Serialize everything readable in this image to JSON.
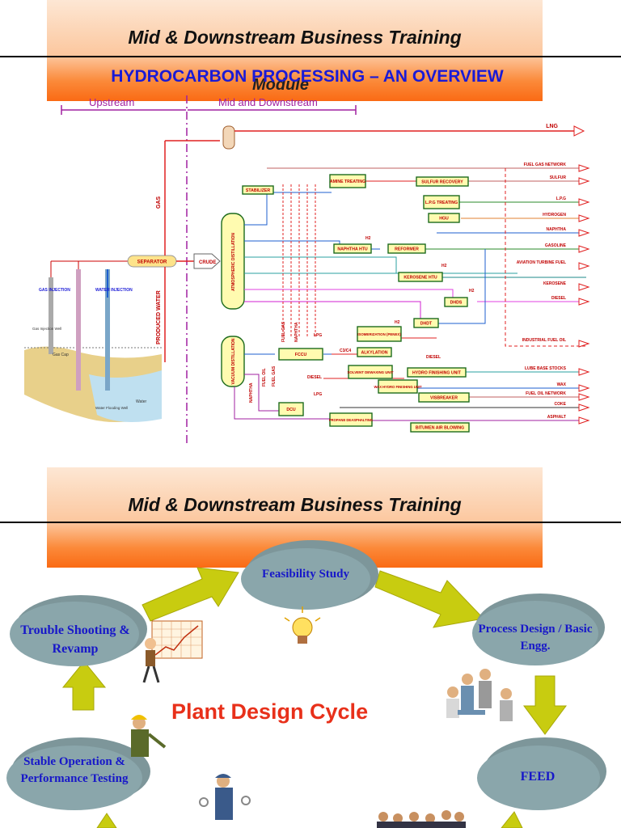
{
  "slide1": {
    "header_title": "Mid & Downstream Business Training",
    "module_label": "Module",
    "subtitle": "HYDROCARBON PROCESSING – AN OVERVIEW",
    "upstream_label": "Upstream",
    "midstream_label": "Mid and Downstream",
    "left_labels": {
      "gas_injection": "GAS INJECTION",
      "water_injection": "WATER INJECTION",
      "separator": "SEPARATOR",
      "gas": "GAS",
      "produced_water": "PRODUCED WATER",
      "crude": "CRUDE"
    },
    "units": {
      "stabilizer": "STABILIZER",
      "atmospheric": "ATMOSPHERIC DISTILLATION",
      "vacuum": "VACUUM DISTILLATION",
      "amine": "AMINE TREATING",
      "sulfur_recovery": "SULFUR RECOVERY",
      "lpg_treating": "L.P.G TREATING",
      "hgu": "HGU",
      "naphtha_htu": "NAPHTHA HTU",
      "reformer": "REFORMER",
      "kerosene_htu": "KEROSENE HTU",
      "dhds": "DHDS",
      "isomerization": "ISOMERIZATION (PENEX)",
      "dhdt": "DHDT",
      "fccu": "FCCU",
      "alkylation": "ALKYLATION",
      "solvent_dewaxing": "SOLVENT DEWAXING UNIT",
      "hydro_finishing": "HYDRO FINISHING UNIT",
      "wax_hydro": "WAX HYDRO FINISHING UNIT",
      "visbreaker": "VISBREAKER",
      "dcu": "DCU",
      "propane_deasphalting": "PROPANE DEASPHALTING",
      "bitumen": "BITUMEN AIR BLOWING"
    },
    "products": [
      "LNG",
      "FUEL GAS NETWORK",
      "SULFUR",
      "L.P.G",
      "HYDROGEN",
      "NAPHTHA",
      "GASOLINE",
      "AVIATION TURBINE FUEL",
      "KEROSENE",
      "DIESEL",
      "INDUSTRIAL FUEL OIL",
      "LUBE BASE STOCKS",
      "WAX",
      "FUEL OIL NETWORK",
      "COKE",
      "ASPHALT"
    ],
    "stream_labels": {
      "h2": "H2",
      "lpg": "LPG",
      "c3c4": "C3/C4",
      "diesel": "DIESEL",
      "fuel_gas": "FUEL GAS",
      "naphtha": "NAPHTHA",
      "fuel_oil": "FUEL OIL"
    },
    "well_labels": {
      "gas_cap": "Gas Cap",
      "water": "Water",
      "gas_well": "Gas Injection Well",
      "water_well": "Water Flooding Well"
    }
  },
  "slide2": {
    "header_title": "Mid & Downstream Business Training",
    "cycle_title": "Plant Design Cycle",
    "nodes": {
      "feasibility": "Feasibility Study",
      "process_design": "Process Design / Basic Engg.",
      "feed": "FEED",
      "stable_operation": "Stable Operation & Performance Testing",
      "trouble_shooting": "Trouble Shooting & Revamp"
    }
  },
  "colors": {
    "banner_orange": "#fa6a14",
    "title_blue": "#1a1ad6",
    "cycle_red": "#e8301a",
    "ellipse_fill": "#8aa6ab",
    "arrow_yellow": "#c8cc10",
    "line_red": "#e02020",
    "line_purple": "#a020a0"
  }
}
